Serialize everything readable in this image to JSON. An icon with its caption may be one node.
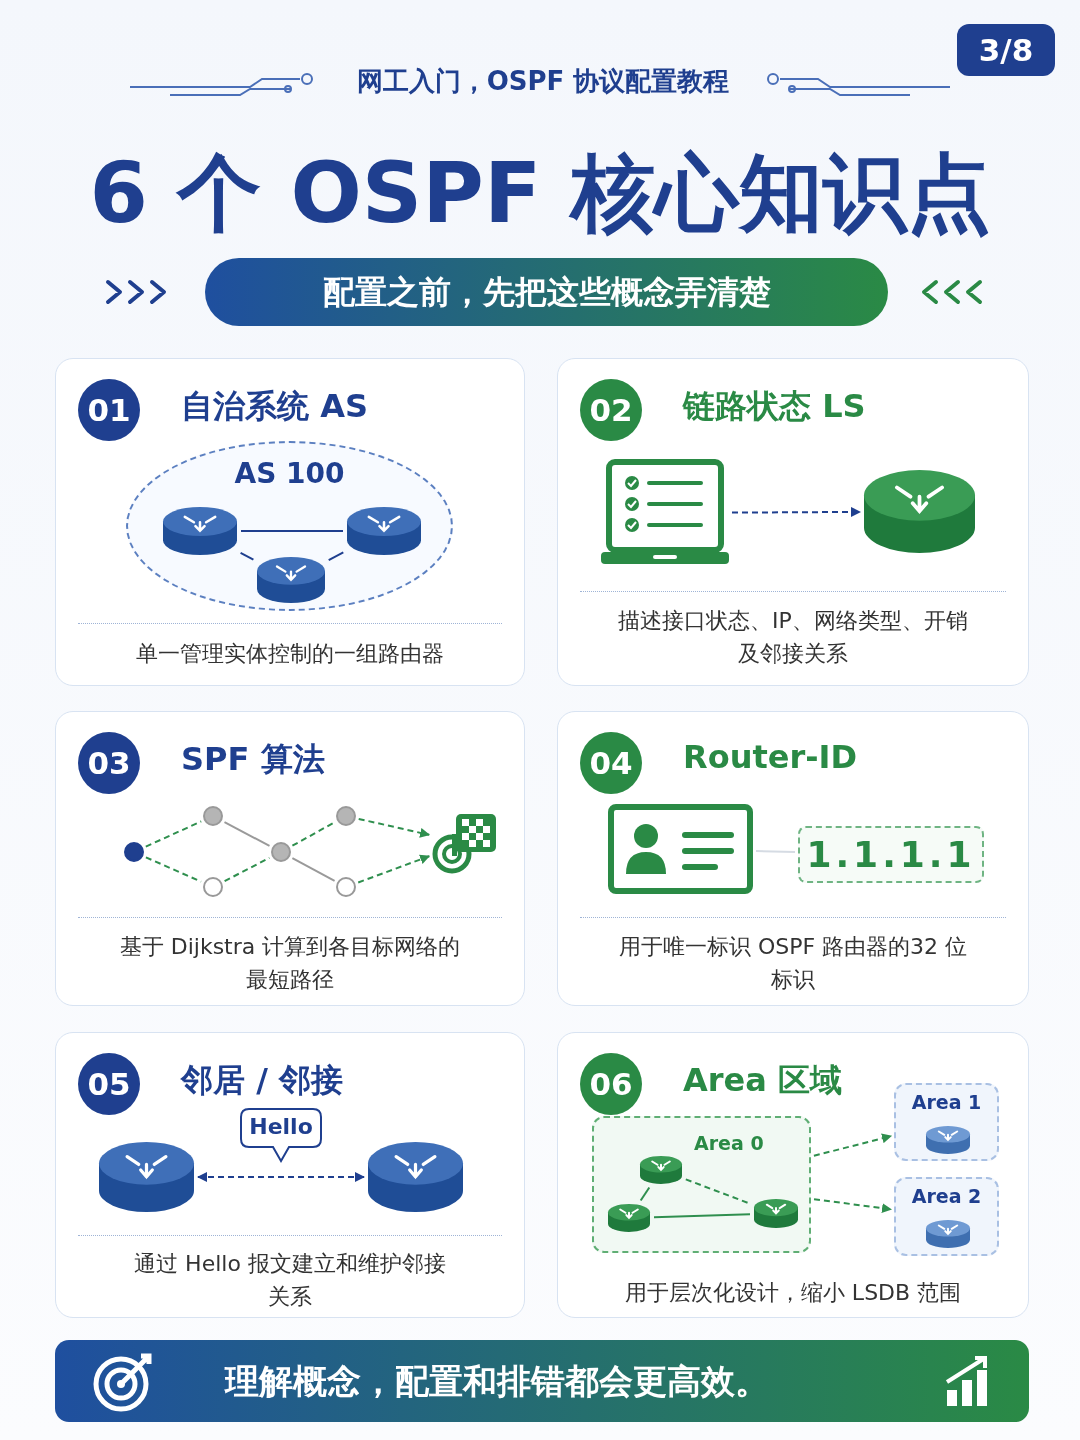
{
  "diagram": {
    "title": "6 个 OSPF 核心知识点",
    "nodes": [
      {
        "text": [
          "01",
          "自治系统 AS",
          "单一管理实体控制的一组路由器"
        ]
      },
      {
        "text": [
          "AS 100"
        ],
        "in": 0
      },
      {
        "text": [],
        "shape": "cylinder",
        "in": 1
      },
      {
        "text": [],
        "shape": "cylinder",
        "in": 1
      },
      {
        "text": [],
        "shape": "cylinder",
        "in": 1
      },
      {
        "text": [
          "02",
          "链路状态 LS",
          "描述接口状态、IP、网络类型、开销及邻接关系"
        ]
      },
      {
        "text": [],
        "shape": "picture",
        "in": 5
      },
      {
        "text": [],
        "shape": "cylinder",
        "in": 5
      },
      {
        "text": [
          "03",
          "SPF 算法",
          "基于 Dijkstra 计算到各目标网络的最短路径"
        ]
      },
      {
        "text": [],
        "shape": "circle",
        "in": 8
      },
      {
        "text": [],
        "shape": "circle",
        "in": 8
      },
      {
        "text": [],
        "shape": "circle",
        "in": 8
      },
      {
        "text": [],
        "shape": "circle",
        "in": 8
      },
      {
        "text": [],
        "shape": "circle",
        "in": 8
      },
      {
        "text": [],
        "shape": "circle",
        "in": 8
      },
      {
        "text": [],
        "shape": "picture",
        "in": 8
      },
      {
        "text": [
          "04",
          "Router-ID",
          "用于唯一标识 OSPF 路由器的32 位标识"
        ]
      },
      {
        "text": [],
        "shape": "picture",
        "in": 16
      },
      {
        "text": [
          "1.1.1.1"
        ],
        "in": 16
      },
      {
        "text": [
          "05",
          "邻居 / 邻接",
          "通过 Hello 报文建立和维护邻接关系"
        ]
      },
      {
        "text": [],
        "shape": "cylinder",
        "in": 19
      },
      {
        "text": [
          "Hello"
        ],
        "in": 19
      },
      {
        "text": [],
        "shape": "cylinder",
        "in": 19
      },
      {
        "text": [
          "06",
          "Area 区域",
          "用于层次化设计，缩小 LSDB 范围"
        ]
      },
      {
        "text": [
          "Area 0"
        ],
        "in": 23
      },
      {
        "text": [],
        "shape": "cylinder",
        "in": 24
      },
      {
        "text": [],
        "shape": "cylinder",
        "in": 24
      },
      {
        "text": [],
        "shape": "cylinder",
        "in": 24
      },
      {
        "text": [
          "Area 1"
        ],
        "in": 23
      },
      {
        "text": [],
        "shape": "cylinder",
        "in": 28
      },
      {
        "text": [
          "Area 2"
        ],
        "in": 23
      },
      {
        "text": [],
        "shape": "cylinder",
        "in": 30
      },
      {
        "text": [
          "理解概念，配置和排错都会更高效。"
        ]
      }
    ],
    "edges": [
      {
        "from": 2,
        "to": 3,
        "arrow": "none",
        "color": "#1f3f8f"
      },
      {
        "from": 2,
        "to": 4,
        "arrow": "none",
        "color": "#1f3f8f"
      },
      {
        "from": 4,
        "to": 3,
        "arrow": "none",
        "color": "#1f3f8f"
      },
      {
        "from": 6,
        "to": 7,
        "arrow": "to",
        "style": "dashed",
        "color": "#1f3f8f"
      },
      {
        "from": 9,
        "to": 10,
        "arrow": "none",
        "style": "dashed"
      },
      {
        "from": 9,
        "to": 11,
        "arrow": "none",
        "style": "dashed"
      },
      {
        "from": 10,
        "to": 12,
        "arrow": "none",
        "color": "#9a9a9a"
      },
      {
        "from": 11,
        "to": 12,
        "arrow": "none",
        "style": "dashed"
      },
      {
        "from": 12,
        "to": 13,
        "arrow": "none",
        "style": "dashed"
      },
      {
        "from": 12,
        "to": 14,
        "arrow": "none",
        "color": "#9a9a9a"
      },
      {
        "from": 13,
        "to": 15,
        "arrow": "to",
        "style": "dashed"
      },
      {
        "from": 14,
        "to": 15,
        "arrow": "to",
        "style": "dashed"
      },
      {
        "from": 17,
        "to": 18,
        "arrow": "none",
        "color": "#d5dbe3"
      },
      {
        "from": 20,
        "to": 22,
        "arrow": "both",
        "style": "dashed",
        "color": "#1f3f8f"
      },
      {
        "from": 25,
        "to": 27,
        "arrow": "none",
        "style": "dashed"
      },
      {
        "from": 26,
        "to": 25,
        "arrow": "none"
      },
      {
        "from": 26,
        "to": 27,
        "arrow": "none"
      },
      {
        "from": 24,
        "to": 28,
        "arrow": "to",
        "style": "dashed"
      },
      {
        "from": 24,
        "to": 30,
        "arrow": "to",
        "style": "dashed"
      }
    ],
    "labels": [
      "3/8",
      "网工入门，OSPF 协议配置教程",
      "配置之前，先把这些概念弄清楚"
    ]
  }
}
